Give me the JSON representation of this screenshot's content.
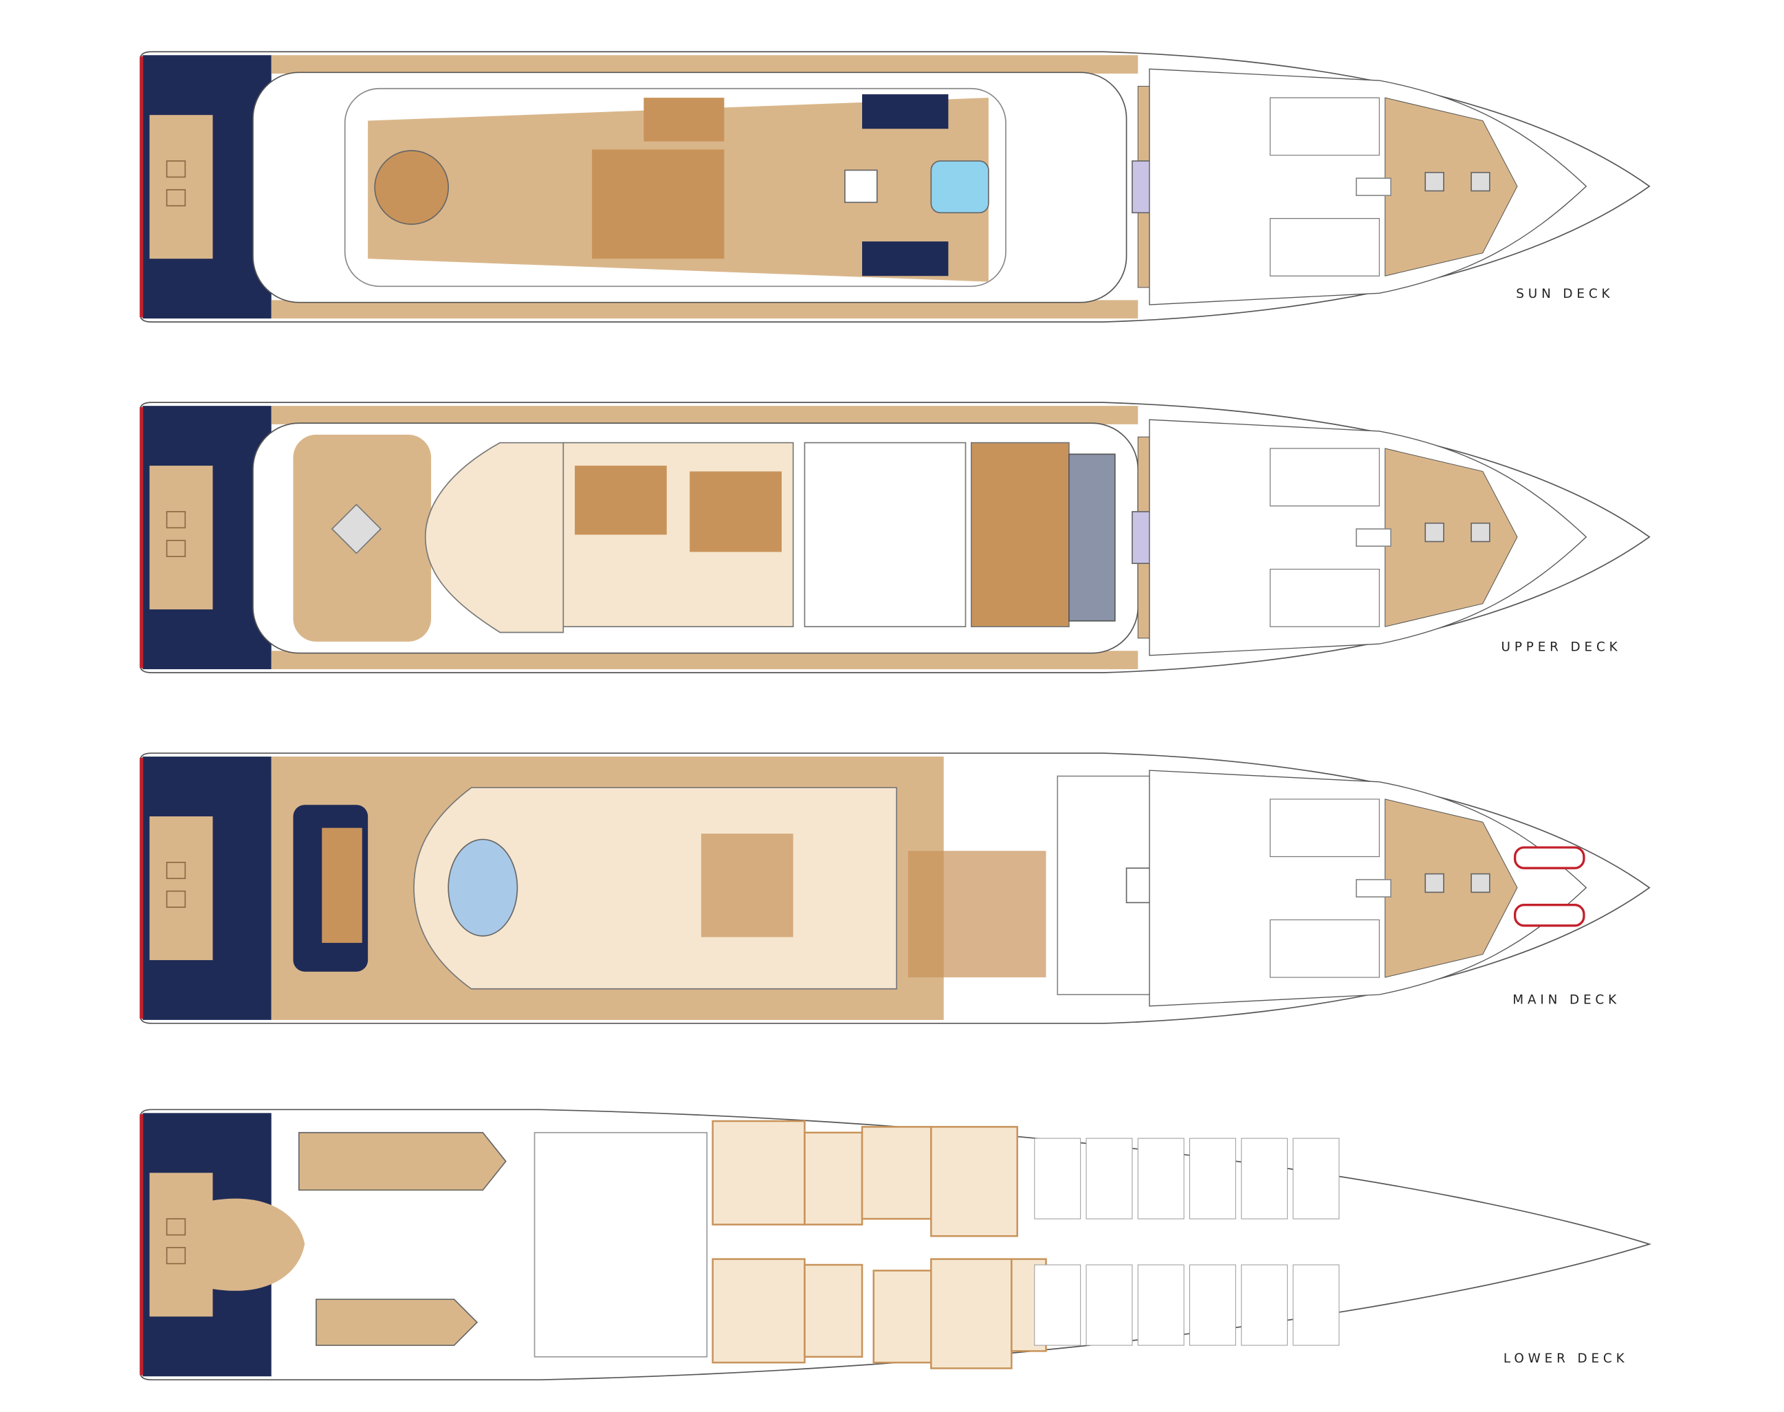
{
  "decks": [
    {
      "id": "sun",
      "label": "SUN DECK"
    },
    {
      "id": "upper",
      "label": "UPPER DECK"
    },
    {
      "id": "main",
      "label": "MAIN DECK"
    },
    {
      "id": "lower",
      "label": "LOWER DECK"
    }
  ],
  "colors": {
    "teak": "#d9b68a",
    "teak_dark": "#c8935a",
    "interior": "#f6e6cf",
    "navy": "#1f2b57",
    "red_edge": "#c3202b",
    "outline": "#555555",
    "lavender": "#c9c3e6",
    "pool": "#8fd3ef"
  }
}
